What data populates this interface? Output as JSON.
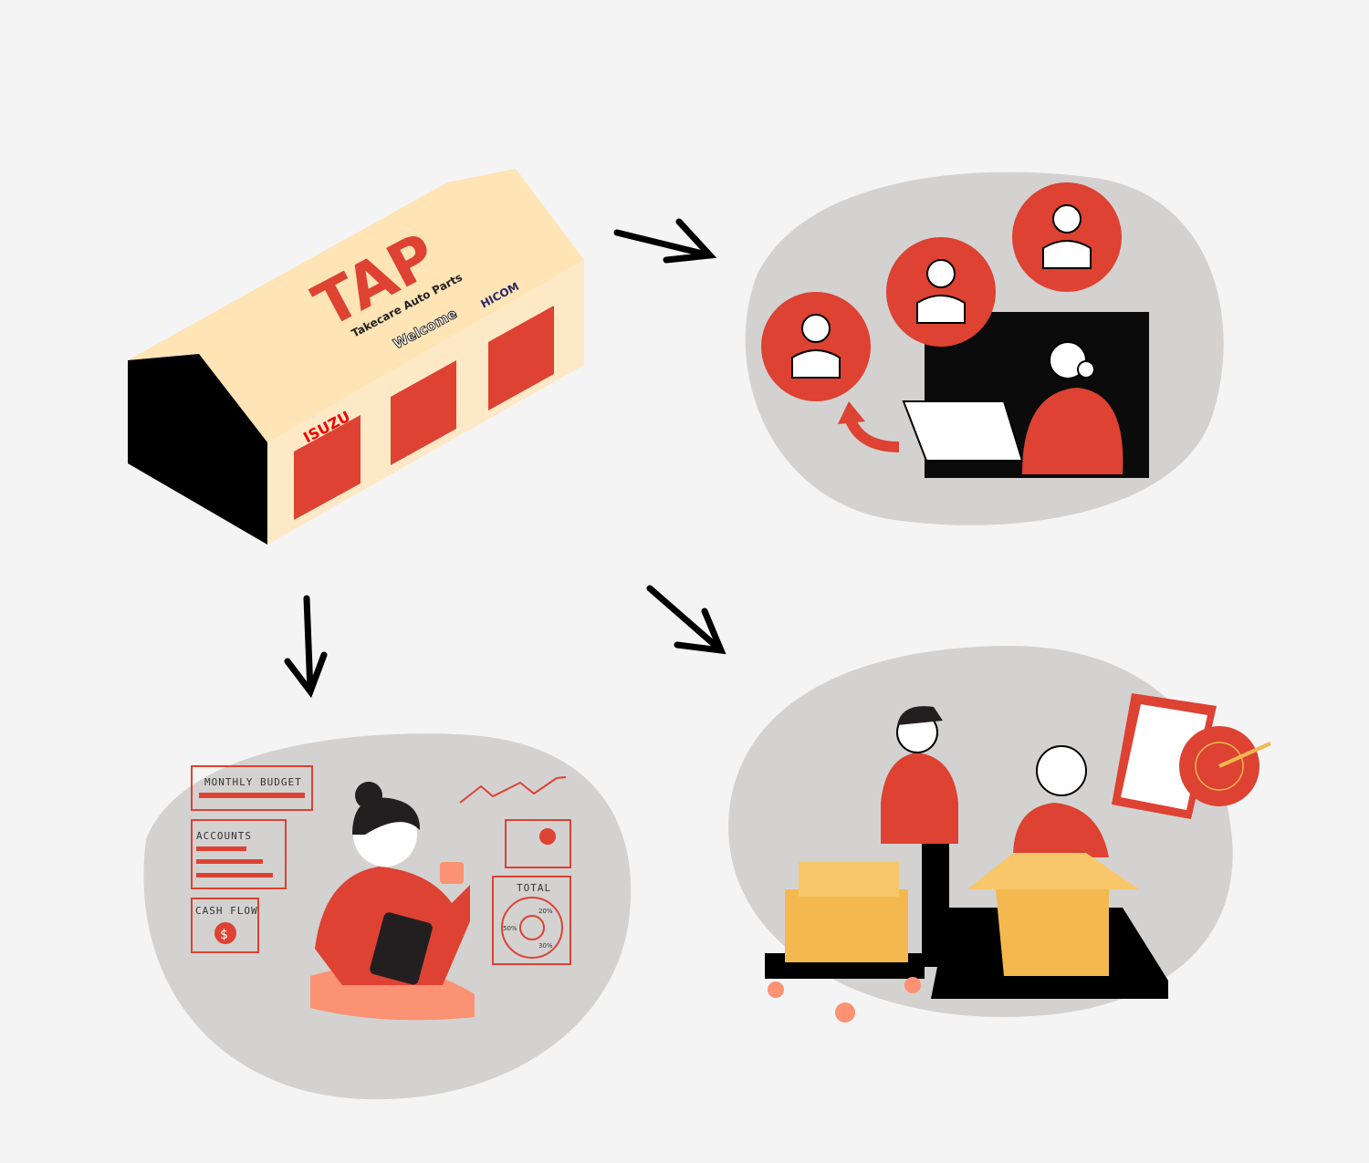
{
  "building": {
    "logo": "TAP",
    "company_name": "Takecare Auto Parts",
    "welcome": "Welcome",
    "brand_left": "ISUZU",
    "brand_right": "HICOM"
  },
  "finance_panel": {
    "monthly_budget": "MONTHLY BUDGET",
    "accounts": "ACCOUNTS",
    "cash_flow": "CASH FLOW",
    "total": "TOTAL",
    "pie_labels": [
      "20%",
      "50%",
      "30%"
    ],
    "currency_symbol": "$"
  },
  "colors": {
    "background": "#f4f4f4",
    "blob": "#d3d2d1",
    "accent": "#dd4232",
    "roof": "#ffe4b5",
    "box": "#f3b94f"
  }
}
